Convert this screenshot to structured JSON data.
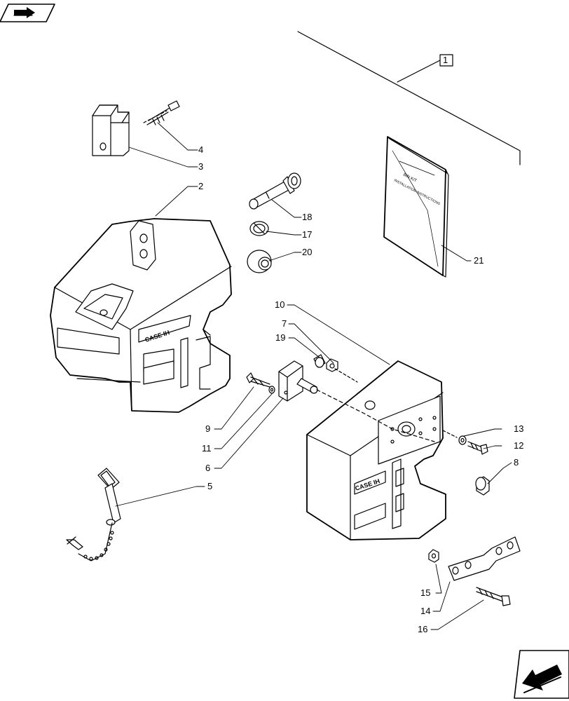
{
  "nav": {
    "prev_icon": "arrow-right-icon",
    "next_icon": "arrow-down-left-icon"
  },
  "kit_reference": "1",
  "manual": {
    "cover_line1": "INSTALLATION INSTRUCTIONS",
    "cover_line2": "BIN KIT"
  },
  "badges": {
    "logo_text": "CASE IH"
  },
  "callouts": [
    {
      "id": "c4",
      "label": "4"
    },
    {
      "id": "c3",
      "label": "3"
    },
    {
      "id": "c2",
      "label": "2"
    },
    {
      "id": "c18",
      "label": "18"
    },
    {
      "id": "c17",
      "label": "17"
    },
    {
      "id": "c20",
      "label": "20"
    },
    {
      "id": "c21",
      "label": "21"
    },
    {
      "id": "c10",
      "label": "10"
    },
    {
      "id": "c7",
      "label": "7"
    },
    {
      "id": "c19",
      "label": "19"
    },
    {
      "id": "c9",
      "label": "9"
    },
    {
      "id": "c11",
      "label": "11"
    },
    {
      "id": "c6",
      "label": "6"
    },
    {
      "id": "c5",
      "label": "5"
    },
    {
      "id": "c13",
      "label": "13"
    },
    {
      "id": "c12",
      "label": "12"
    },
    {
      "id": "c8",
      "label": "8"
    },
    {
      "id": "c15",
      "label": "15"
    },
    {
      "id": "c14",
      "label": "14"
    },
    {
      "id": "c16",
      "label": "16"
    }
  ]
}
